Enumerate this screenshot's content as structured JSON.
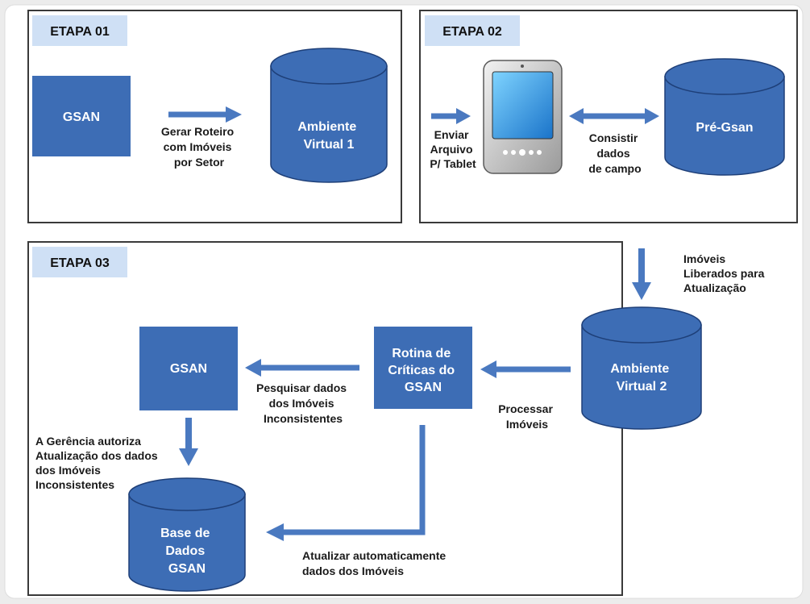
{
  "colors": {
    "node_fill": "#3d6db5",
    "node_text": "#ffffff",
    "arrow": "#4a79c0",
    "panel_border": "#3a3a3a",
    "tab_fill": "#cfe0f5",
    "page_bg": "#ececec"
  },
  "stages": {
    "s1": "ETAPA 01",
    "s2": "ETAPA 02",
    "s3": "ETAPA 03"
  },
  "nodes": {
    "gsan_top": "GSAN",
    "av1": [
      "Ambiente",
      "Virtual 1"
    ],
    "tablet": "tablet-device-icon",
    "pre_gsan": "Pré-Gsan",
    "av2": [
      "Ambiente",
      "Virtual 2"
    ],
    "rotina": [
      "Rotina de",
      "Críticas do",
      "GSAN"
    ],
    "gsan_mid": "GSAN",
    "base": [
      "Base de",
      "Dados",
      "GSAN"
    ]
  },
  "labels": {
    "gerar": [
      "Gerar Roteiro",
      "com Imóveis",
      "por Setor"
    ],
    "enviar": [
      "Enviar",
      "Arquivo",
      "P/ Tablet"
    ],
    "consistir": [
      "Consistir",
      "dados",
      "de campo"
    ],
    "liberados": [
      "Imóveis",
      "Liberados para",
      "Atualização"
    ],
    "processar": [
      "Processar",
      "Imóveis"
    ],
    "pesquisar": [
      "Pesquisar dados",
      "dos Imóveis",
      "Inconsistentes"
    ],
    "gerencia": [
      "A Gerência autoriza",
      "Atualização dos dados",
      "dos Imóveis",
      "Inconsistentes"
    ],
    "atualizar": [
      "Atualizar automaticamente",
      "dados dos Imóveis"
    ]
  }
}
